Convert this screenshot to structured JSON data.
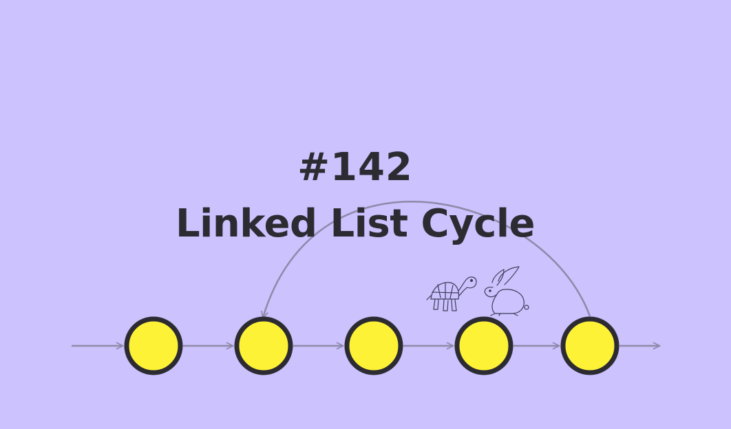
{
  "title": {
    "number": "#142",
    "text": "Linked List Cycle"
  },
  "colors": {
    "background": "#cbc2fe",
    "node_fill": "#fdf236",
    "node_stroke": "#2d2b32",
    "edge": "#8f89a8",
    "text": "#2d2b32",
    "sketch": "#3f3c58"
  },
  "nodes": [
    {
      "id": "node-1"
    },
    {
      "id": "node-2"
    },
    {
      "id": "node-3"
    },
    {
      "id": "node-4"
    },
    {
      "id": "node-5"
    }
  ],
  "cycle": {
    "from": "node-5",
    "to": "node-2"
  },
  "icons": [
    "tortoise-icon",
    "hare-icon"
  ]
}
